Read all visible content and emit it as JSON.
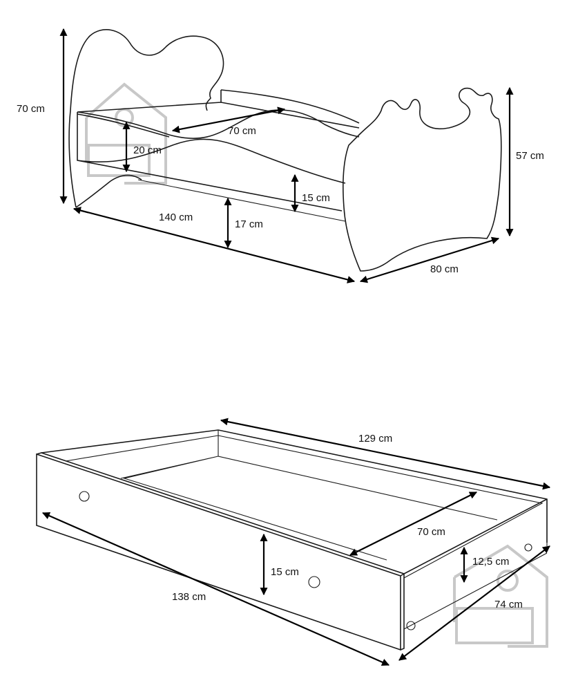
{
  "bed": {
    "headboard_height": "70 cm",
    "drawer_side_height": "20 cm",
    "mattress_width": "70 cm",
    "rail_height": "15 cm",
    "length": "140 cm",
    "clearance_height": "17 cm",
    "footboard_height": "57 cm",
    "width": "80 cm"
  },
  "drawer": {
    "inner_length": "129 cm",
    "inner_width": "70 cm",
    "inner_height": "12,5 cm",
    "front_height": "15 cm",
    "length": "138 cm",
    "width": "74 cm"
  }
}
